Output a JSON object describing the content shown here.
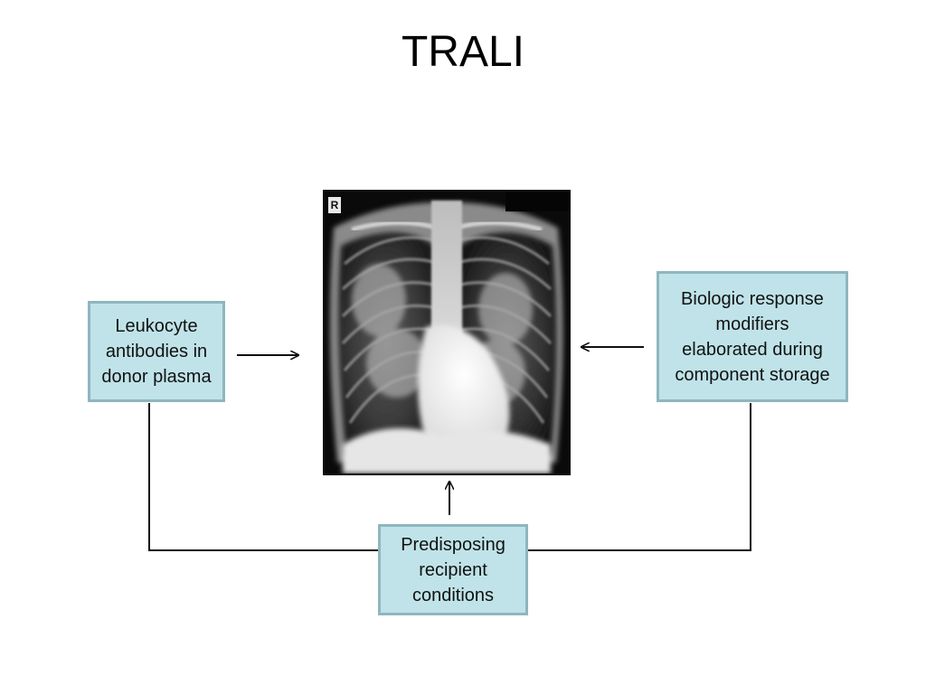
{
  "slide": {
    "title": "TRALI"
  },
  "diagram": {
    "boxes": {
      "left": {
        "text": "Leukocyte\nantibodies in\ndonor plasma"
      },
      "right": {
        "text": "Biologic response\nmodifiers\nelaborated during\ncomponent storage"
      },
      "bottom": {
        "text": "Predisposing\nrecipient\nconditions"
      }
    },
    "image": {
      "marker": "R",
      "content": "chest x-ray"
    },
    "colors": {
      "box_fill": "#bfe3e8",
      "box_border": "#8fb6bf",
      "line": "#111111"
    }
  }
}
